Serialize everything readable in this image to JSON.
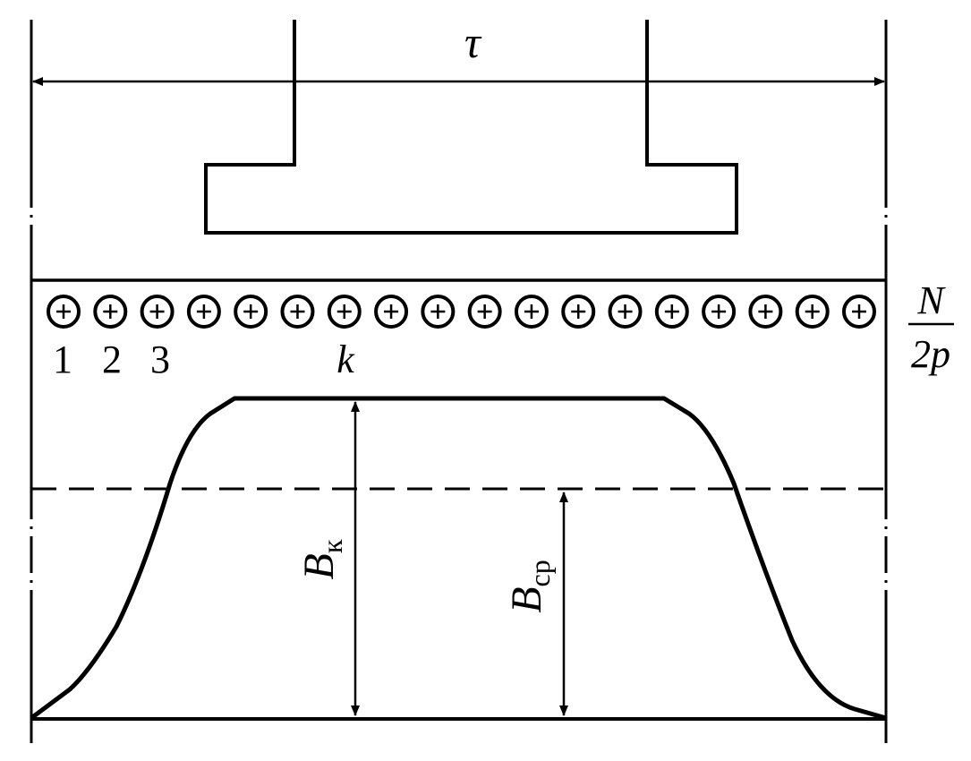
{
  "labels": {
    "tau": "τ",
    "conductor_numbers": [
      "1",
      "2",
      "3",
      "k"
    ],
    "fraction_numerator": "N",
    "fraction_denominator": "2p",
    "b_k_main": "B",
    "b_k_sub": "к",
    "b_avg_main": "B",
    "b_avg_sub": "ср"
  },
  "conductors": {
    "count": 18,
    "symbol": "⊕"
  },
  "colors": {
    "ink": "#000000",
    "background": "#ffffff"
  }
}
